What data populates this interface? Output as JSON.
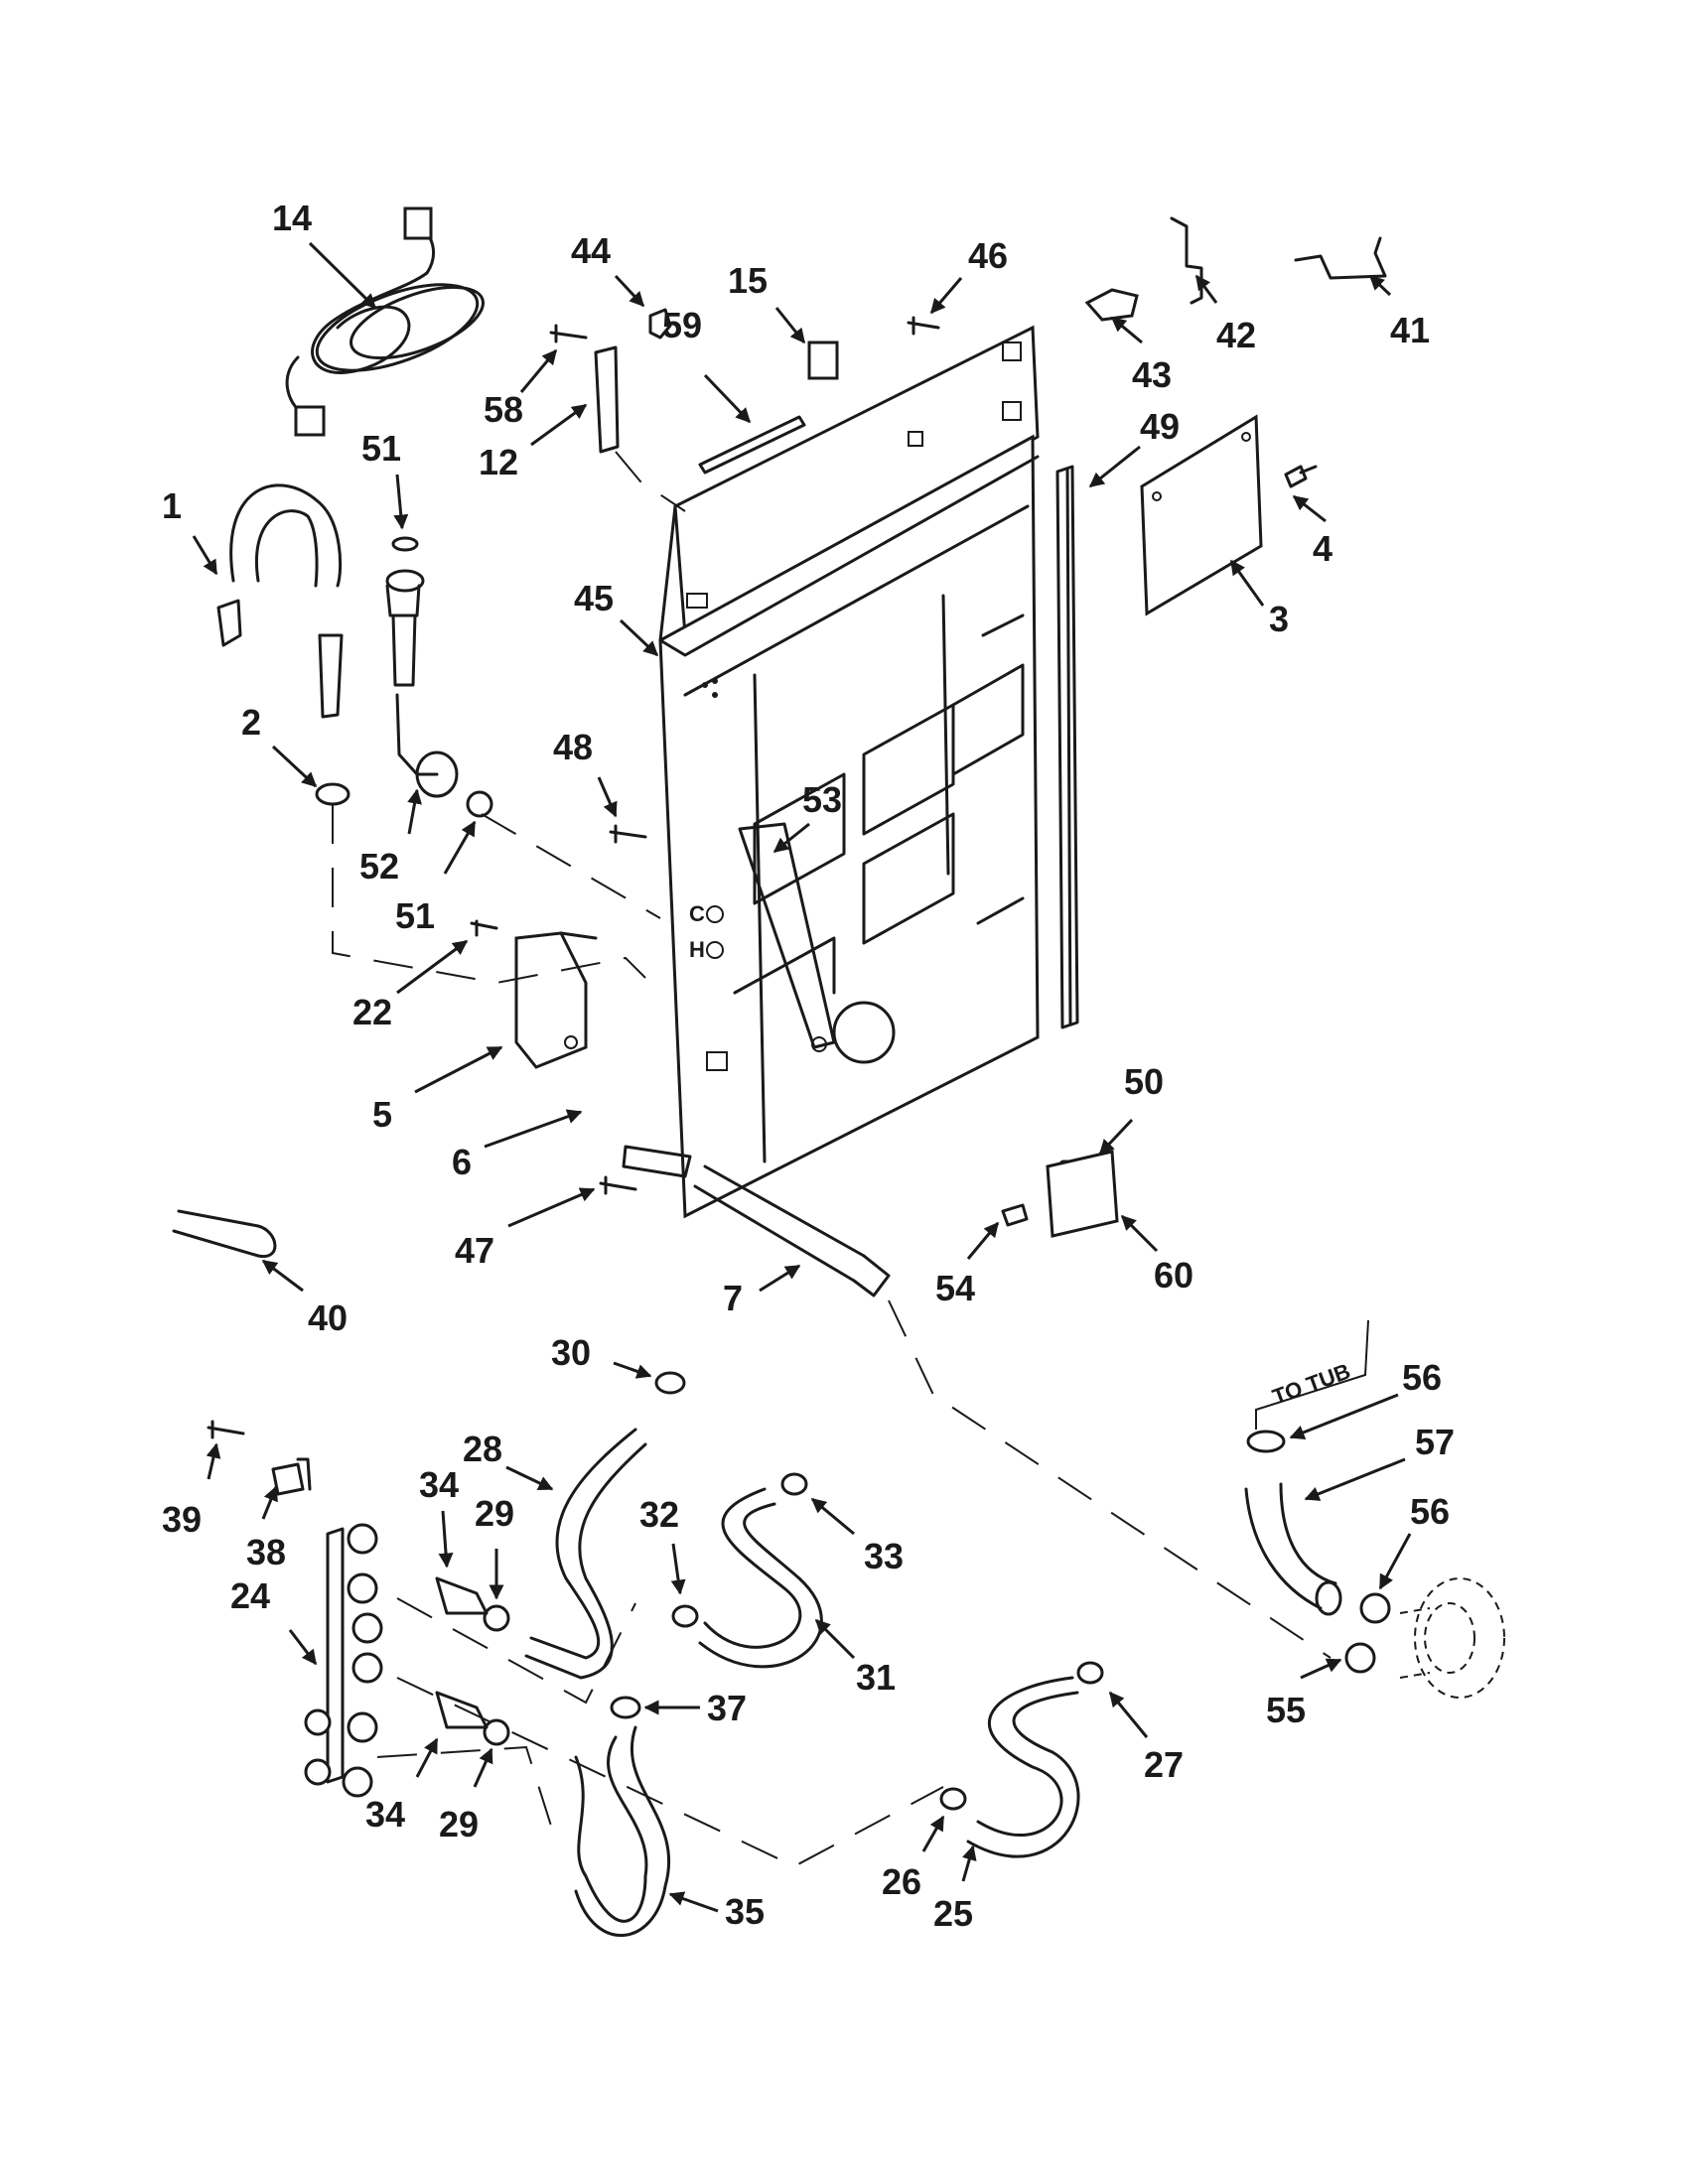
{
  "callouts": [
    {
      "id": "c1",
      "label": "1"
    },
    {
      "id": "c2",
      "label": "2"
    },
    {
      "id": "c3",
      "label": "3"
    },
    {
      "id": "c4",
      "label": "4"
    },
    {
      "id": "c5",
      "label": "5"
    },
    {
      "id": "c6",
      "label": "6"
    },
    {
      "id": "c7",
      "label": "7"
    },
    {
      "id": "c12",
      "label": "12"
    },
    {
      "id": "c14",
      "label": "14"
    },
    {
      "id": "c15",
      "label": "15"
    },
    {
      "id": "c22",
      "label": "22"
    },
    {
      "id": "c24",
      "label": "24"
    },
    {
      "id": "c25",
      "label": "25"
    },
    {
      "id": "c26",
      "label": "26"
    },
    {
      "id": "c27",
      "label": "27"
    },
    {
      "id": "c28",
      "label": "28"
    },
    {
      "id": "c29a",
      "label": "29"
    },
    {
      "id": "c29b",
      "label": "29"
    },
    {
      "id": "c30",
      "label": "30"
    },
    {
      "id": "c31",
      "label": "31"
    },
    {
      "id": "c32",
      "label": "32"
    },
    {
      "id": "c33",
      "label": "33"
    },
    {
      "id": "c34a",
      "label": "34"
    },
    {
      "id": "c34b",
      "label": "34"
    },
    {
      "id": "c35",
      "label": "35"
    },
    {
      "id": "c37",
      "label": "37"
    },
    {
      "id": "c38",
      "label": "38"
    },
    {
      "id": "c39",
      "label": "39"
    },
    {
      "id": "c40",
      "label": "40"
    },
    {
      "id": "c41",
      "label": "41"
    },
    {
      "id": "c42",
      "label": "42"
    },
    {
      "id": "c43",
      "label": "43"
    },
    {
      "id": "c44",
      "label": "44"
    },
    {
      "id": "c45",
      "label": "45"
    },
    {
      "id": "c46",
      "label": "46"
    },
    {
      "id": "c47",
      "label": "47"
    },
    {
      "id": "c48",
      "label": "48"
    },
    {
      "id": "c49",
      "label": "49"
    },
    {
      "id": "c50",
      "label": "50"
    },
    {
      "id": "c51a",
      "label": "51"
    },
    {
      "id": "c51b",
      "label": "51"
    },
    {
      "id": "c52",
      "label": "52"
    },
    {
      "id": "c53",
      "label": "53"
    },
    {
      "id": "c54",
      "label": "54"
    },
    {
      "id": "c55",
      "label": "55"
    },
    {
      "id": "c56a",
      "label": "56"
    },
    {
      "id": "c56b",
      "label": "56"
    },
    {
      "id": "c57",
      "label": "57"
    },
    {
      "id": "c58",
      "label": "58"
    },
    {
      "id": "c59",
      "label": "59"
    },
    {
      "id": "c60",
      "label": "60"
    }
  ],
  "annotations": {
    "to_tub": "TO TUB",
    "valve_cold": "C",
    "valve_hot": "H"
  }
}
